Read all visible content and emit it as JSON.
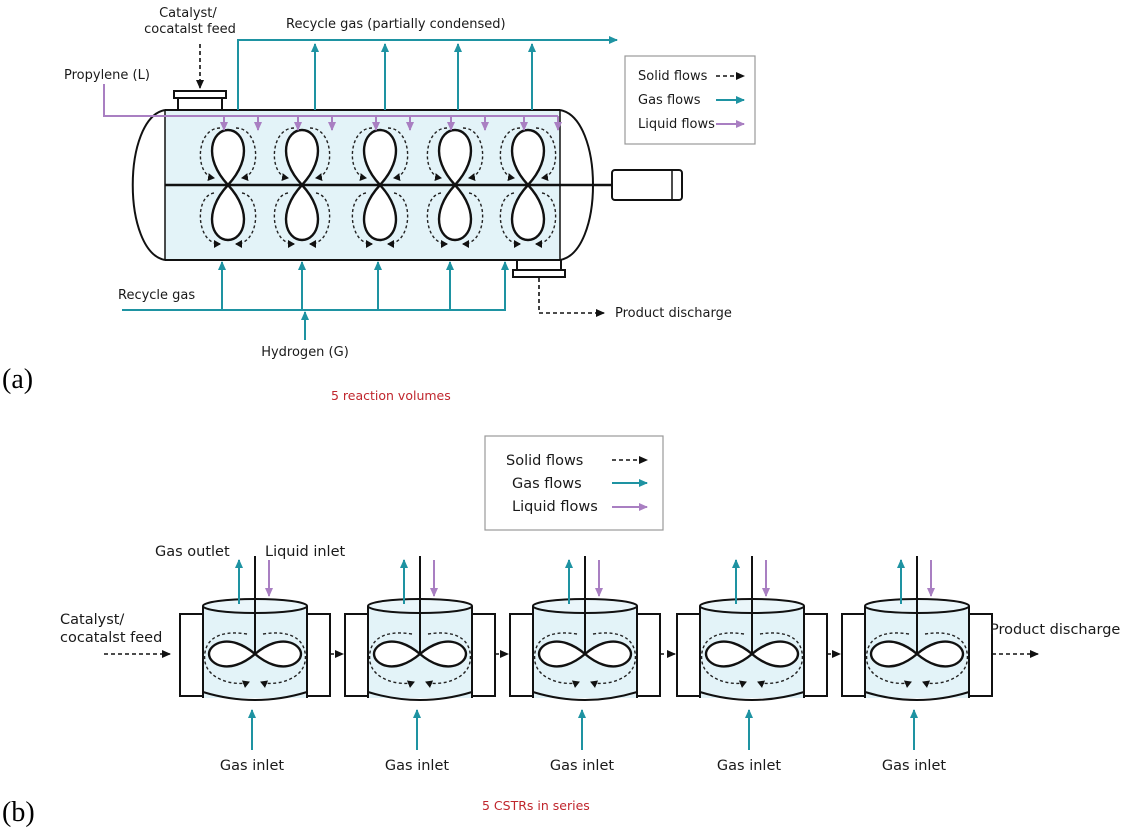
{
  "panel_a": {
    "label": "(a)",
    "caption": "5 reaction volumes",
    "catalyst_feed": [
      "Catalyst/",
      "cocatalst feed"
    ],
    "propylene": "Propylene (L)",
    "recycle_gas_top": "Recycle gas (partially condensed)",
    "recycle_gas_bottom": "Recycle gas",
    "hydrogen": "Hydrogen (G)",
    "product_discharge": "Product discharge",
    "legend": {
      "solid": "Solid flows",
      "gas": "Gas flows",
      "liquid": "Liquid flows"
    }
  },
  "panel_b": {
    "label": "(b)",
    "caption": "5 CSTRs in series",
    "gas_outlet": "Gas outlet",
    "liquid_inlet": "Liquid inlet",
    "catalyst_feed": [
      "Catalyst/",
      "cocatalst feed"
    ],
    "product_discharge": "Product discharge",
    "gas_inlet": "Gas inlet",
    "legend": {
      "solid": "Solid flows",
      "gas": "Gas flows",
      "liquid": "Liquid flows"
    }
  },
  "colors": {
    "gas": "#1e93a2",
    "liquid": "#a97fc2",
    "solid": "#111111",
    "vessel": "#e3f3f8",
    "caption": "#c0262d"
  }
}
